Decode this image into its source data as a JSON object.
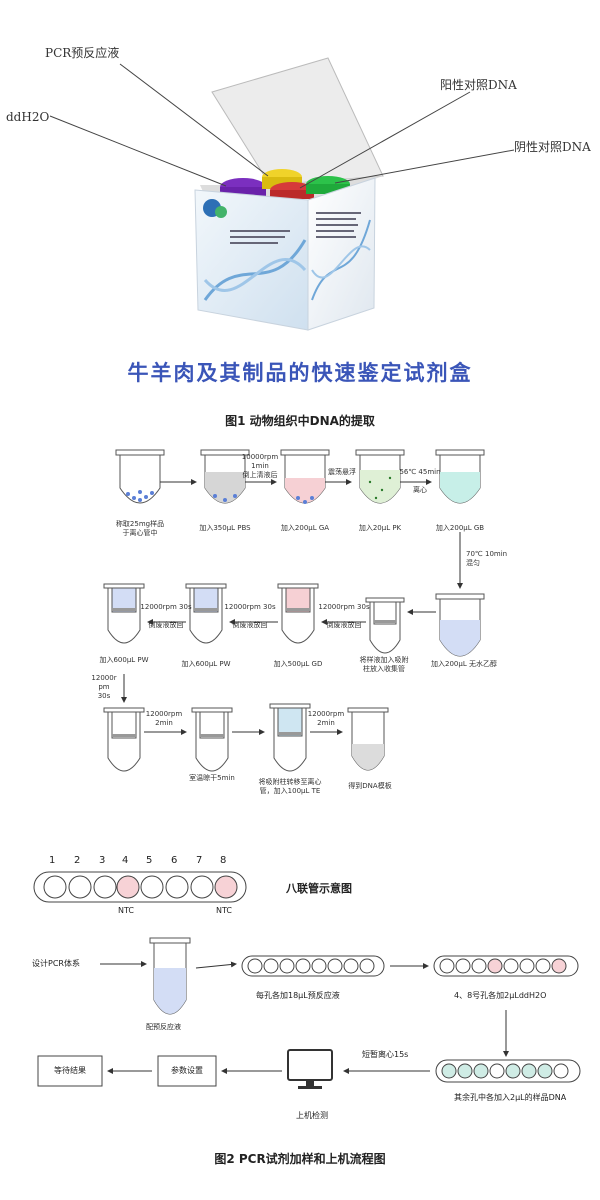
{
  "kit": {
    "labels": {
      "pcr_mix": "PCR预反应液",
      "positive": "阳性对照DNA",
      "ddh2o": "ddH2O",
      "negative": "阴性对照DNA"
    },
    "title": "牛羊肉及其制品的快速鉴定试剂盒"
  },
  "figure1": {
    "caption": "图1    动物组织中DNA的提取",
    "row1": {
      "steps": [
        "称取25mg样品\n于离心管中",
        "加入350μL PBS",
        "加入200μL GA",
        "加入20μL PK",
        "加入200μL GB"
      ],
      "arrows": [
        "10000rpm\n1min\n倒上清液后",
        "震荡悬浮",
        "56℃  45min\n\n离心"
      ]
    },
    "down1": "70℃ 10min\n混匀",
    "row2": {
      "steps": [
        "加入600μL PW",
        "加入600μL PW",
        "加入500μL GD",
        "将样液加入吸附\n柱放入收集管",
        "加入200μL 无水乙醇"
      ],
      "arrows": [
        "12000rpm 30s\n\n倒废液放回",
        "12000rpm 30s\n\n倒废液放回",
        "12000rpm 30s\n\n倒废液放回"
      ]
    },
    "down2": "12000r\npm\n30s",
    "row3": {
      "steps": [
        "",
        "室温晾干5min",
        "将吸附柱转移至离心\n管，加入100μL TE",
        "得到DNA模板"
      ],
      "arrows": [
        "12000rpm\n2min",
        "",
        "12000rpm\n2min"
      ]
    }
  },
  "figure2": {
    "caption": "图2    PCR试剂加样和上机流程图",
    "strip": {
      "numbers": [
        "1",
        "2",
        "3",
        "4",
        "5",
        "6",
        "7",
        "8"
      ],
      "ntc_left": "NTC",
      "ntc_right": "NTC",
      "title": "八联管示意图"
    },
    "design": "设计PCR体系",
    "mix_label": "配预反应液",
    "step_18": "每孔各加18μL预反应液",
    "step_ddh2o": "4、8号孔各加2μLddH2O",
    "step_sample": "其余孔中各加入2μL的样品DNA",
    "centrifuge": "短暂离心15s",
    "machine": "上机检测",
    "params": "参数设置",
    "wait": "等待结果"
  }
}
